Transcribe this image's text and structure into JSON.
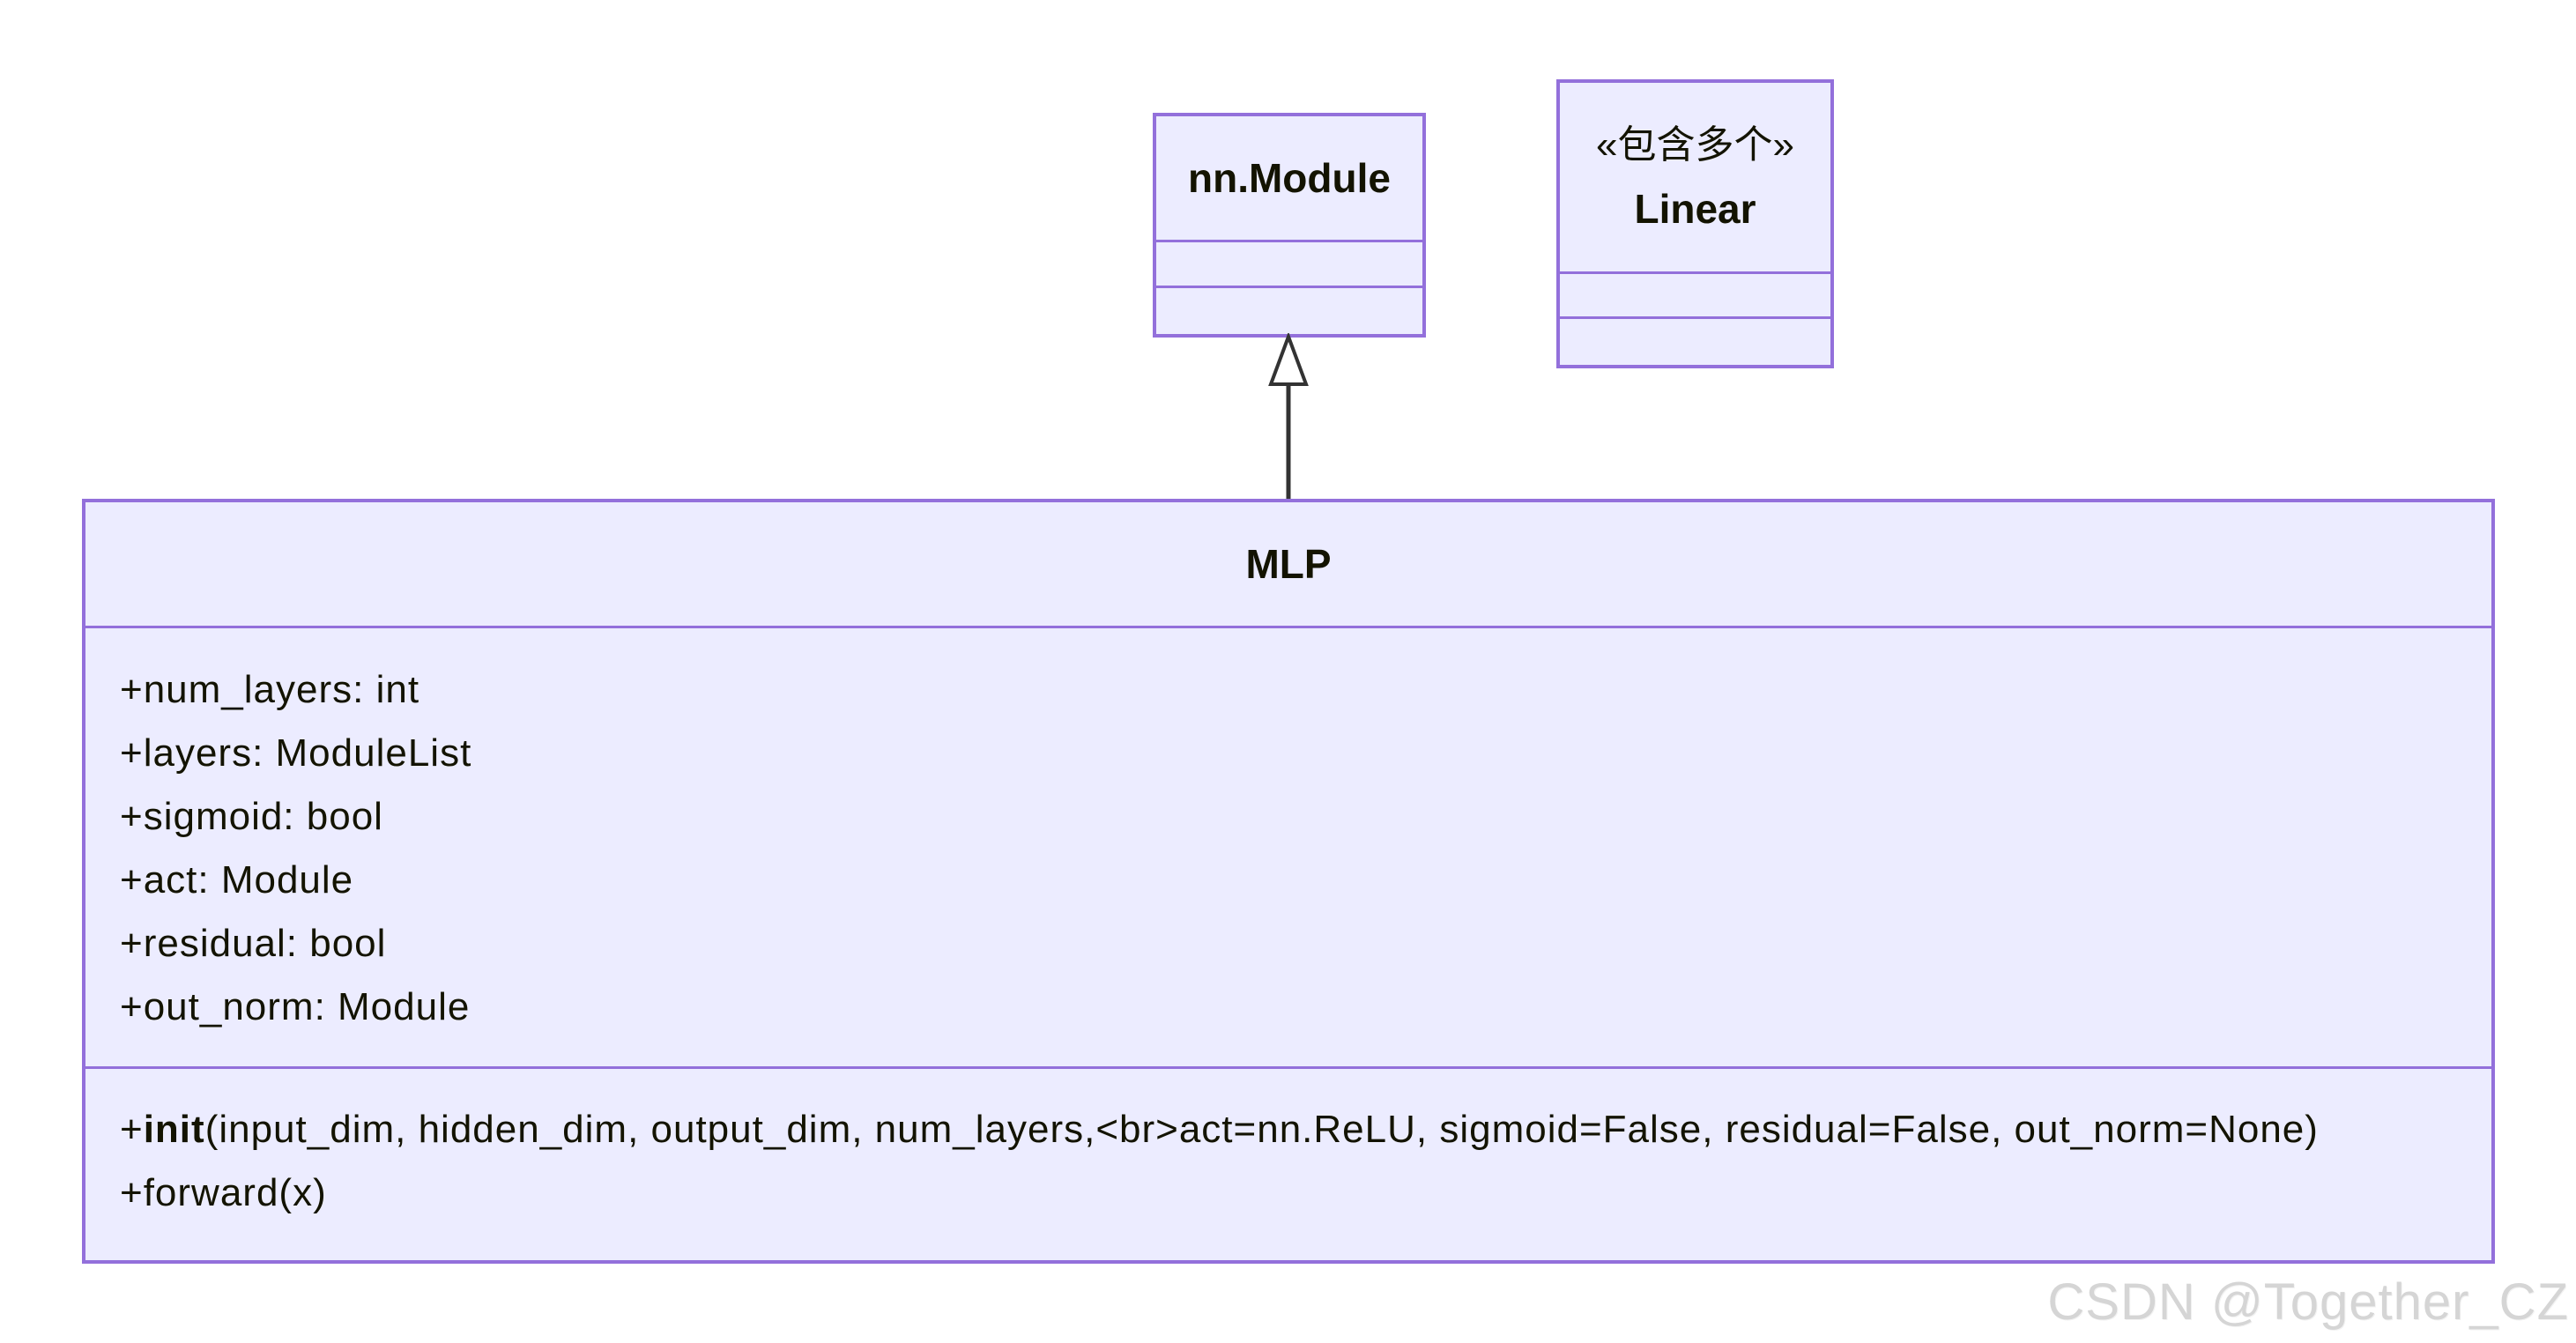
{
  "diagram": {
    "kind": "uml-class-diagram",
    "theme": {
      "box_fill": "#ECECFF",
      "box_border": "#9370DB",
      "text_color": "#131300",
      "relation_line_color": "#333333",
      "watermark_color": "#D5D5D5",
      "background": "#FFFFFF"
    }
  },
  "classes": {
    "nn_module": {
      "name": "nn.Module",
      "attributes": [],
      "methods": []
    },
    "linear": {
      "annotation": "«包含多个»",
      "name": "Linear",
      "attributes": [],
      "methods": []
    },
    "mlp": {
      "name": "MLP",
      "attributes": [
        "+num_layers: int",
        "+layers: ModuleList",
        "+sigmoid: bool",
        "+act: Module",
        "+residual: bool",
        "+out_norm: Module"
      ],
      "methods": {
        "init": {
          "prefix": "+",
          "name": "init",
          "signature": "(input_dim, hidden_dim, output_dim, num_layers,<br>act=nn.ReLU, sigmoid=False, residual=False, out_norm=None)"
        },
        "forward": "+forward(x)"
      }
    }
  },
  "relationship": {
    "type": "inheritance",
    "from": "MLP",
    "to": "nn.Module"
  },
  "watermark": {
    "text": "CSDN @Together_CZ"
  }
}
